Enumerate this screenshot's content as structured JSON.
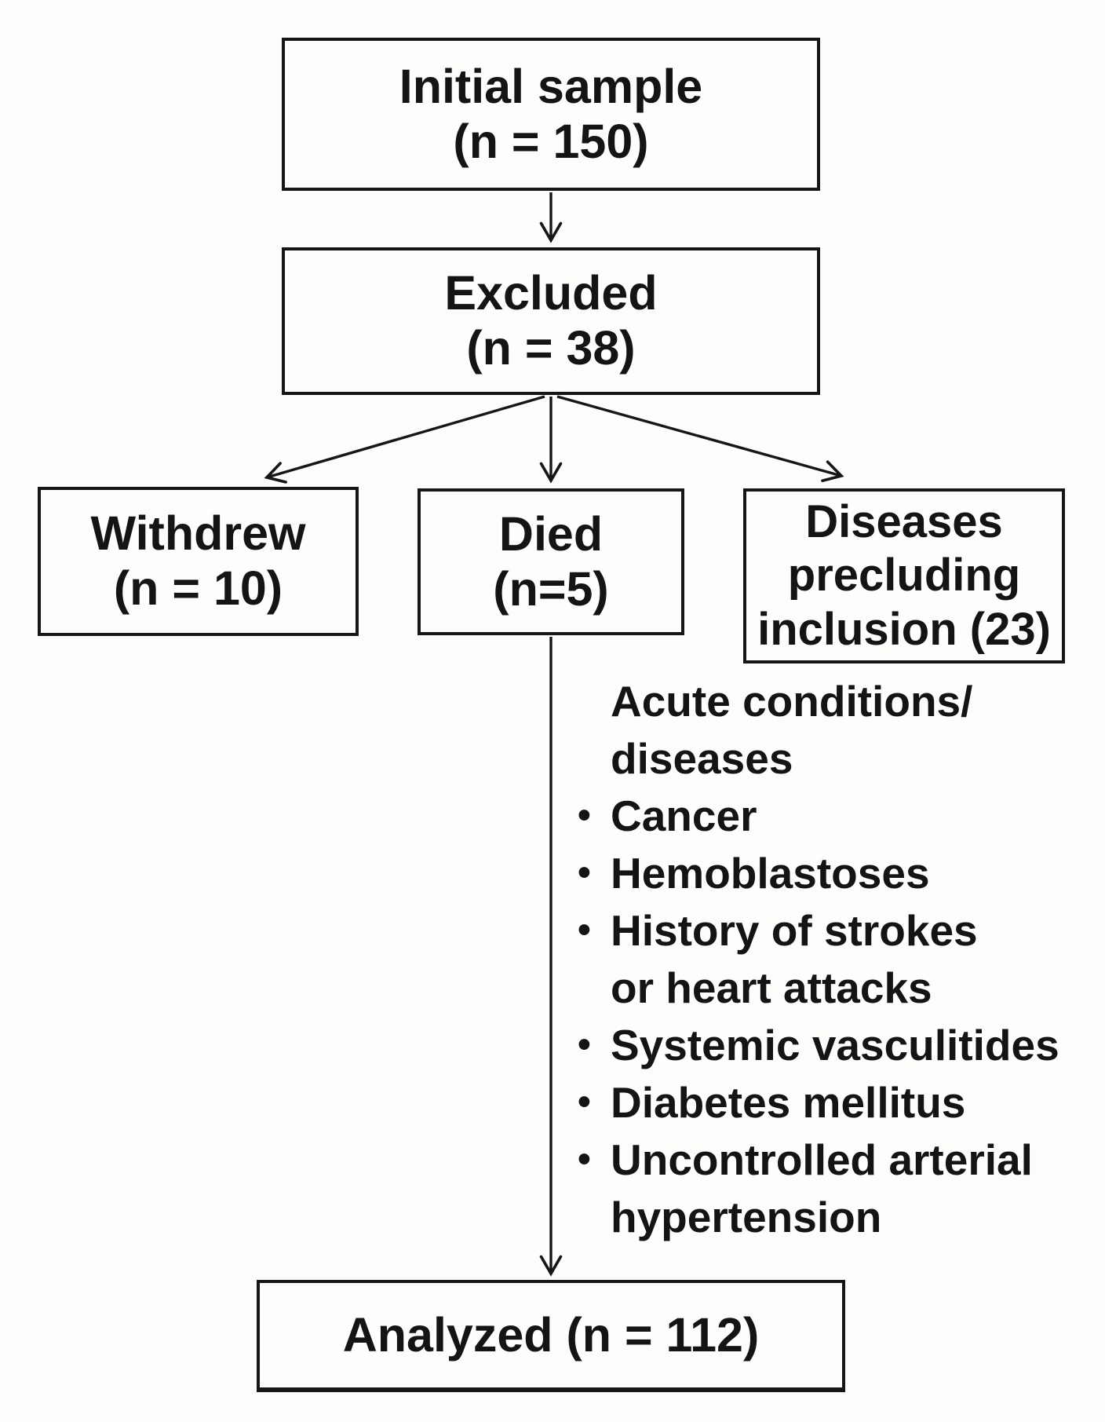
{
  "diagram": {
    "background_color": "#fdfdfc",
    "line_color": "#161616",
    "nodes": {
      "initial": {
        "lines": [
          "Initial sample",
          "(n = 150)"
        ]
      },
      "excluded": {
        "lines": [
          "Excluded",
          "(n = 38)"
        ]
      },
      "withdrew": {
        "lines": [
          "Withdrew",
          "(n = 10)"
        ]
      },
      "died": {
        "lines": [
          "Died",
          "(n=5)"
        ]
      },
      "diseases": {
        "lines": [
          "Diseases",
          "precluding",
          "inclusion (23)"
        ]
      },
      "analyzed": {
        "lines": [
          "Analyzed (n = 112)"
        ]
      }
    },
    "edges": [
      {
        "from": "initial",
        "to": "excluded"
      },
      {
        "from": "excluded",
        "to": "withdrew"
      },
      {
        "from": "excluded",
        "to": "died"
      },
      {
        "from": "excluded",
        "to": "diseases"
      },
      {
        "from": "died",
        "to": "analyzed"
      }
    ],
    "exclusion_details": {
      "lines": [
        {
          "bullet": false,
          "text": "Acute conditions/"
        },
        {
          "bullet": false,
          "text": "diseases"
        },
        {
          "bullet": true,
          "text": "Cancer"
        },
        {
          "bullet": true,
          "text": "Hemoblastoses"
        },
        {
          "bullet": true,
          "text": "History of strokes"
        },
        {
          "bullet": false,
          "text": "or heart attacks"
        },
        {
          "bullet": true,
          "text": "Systemic vasculitides"
        },
        {
          "bullet": true,
          "text": "Diabetes mellitus"
        },
        {
          "bullet": true,
          "text": "Uncontrolled arterial"
        },
        {
          "bullet": false,
          "text": "hypertension"
        }
      ]
    }
  }
}
